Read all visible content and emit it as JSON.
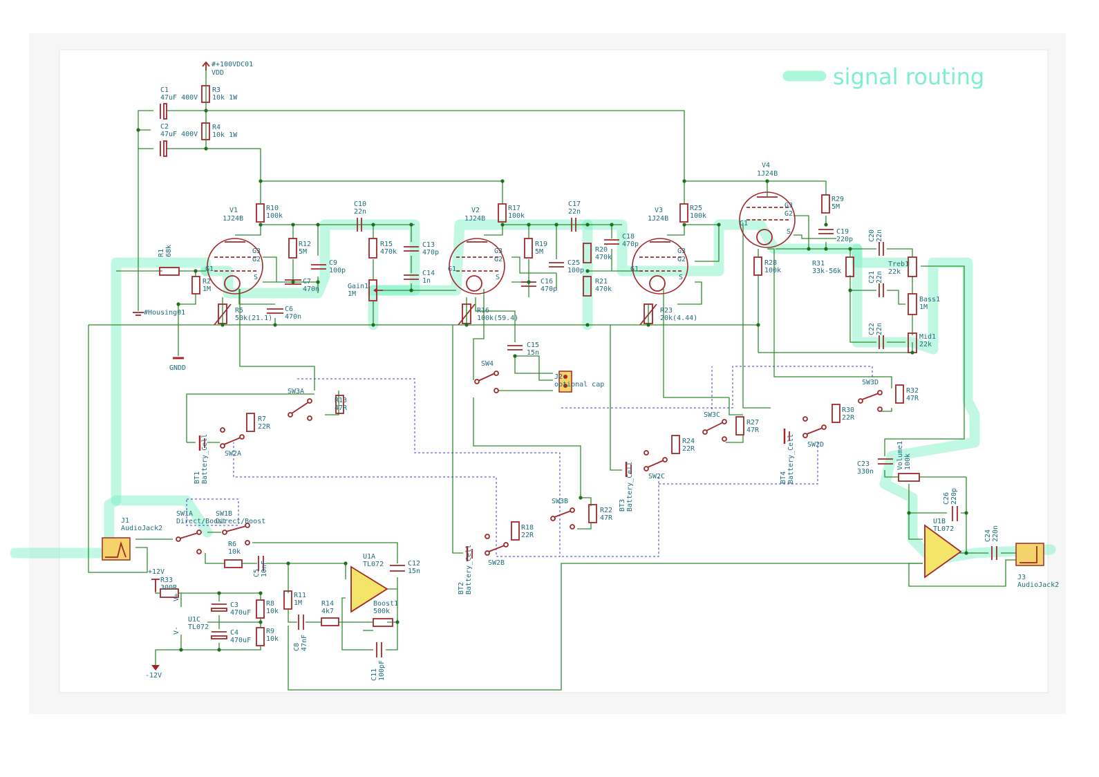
{
  "legend": {
    "text": "signal routing",
    "color": "#7ef0c8"
  },
  "colors": {
    "wire": "#2f8a2f",
    "component": "#a02828",
    "label": "#1d6a7a",
    "highlight": "#74f0c0",
    "dashed": "#3b3bbf"
  },
  "power": {
    "vdd_name": "#+100VDC01",
    "vdd": "VDD",
    "housing": "#Housing01",
    "gnd": "GNDD",
    "plus12": "+12V",
    "minus12": "-12V"
  },
  "tubes": [
    {
      "ref": "V1",
      "val": "1J24B"
    },
    {
      "ref": "V2",
      "val": "1J24B"
    },
    {
      "ref": "V3",
      "val": "1J24B"
    },
    {
      "ref": "V4",
      "val": "1J24B"
    }
  ],
  "labels": {
    "C1": [
      "C1",
      "47uF 400V"
    ],
    "C2": [
      "C2",
      "47uF 400V"
    ],
    "R3": [
      "R3",
      "10k 1W"
    ],
    "R4": [
      "R4",
      "10k 1W"
    ],
    "R10": [
      "R10",
      "100k"
    ],
    "R17": [
      "R17",
      "100k"
    ],
    "R25": [
      "R25",
      "100k"
    ],
    "C10": [
      "C10",
      "22n"
    ],
    "C17": [
      "C17",
      "22n"
    ],
    "R12": [
      "R12",
      "5M"
    ],
    "R19": [
      "R19",
      "5M"
    ],
    "R29": [
      "R29",
      "5M"
    ],
    "C9": [
      "C9",
      "100p"
    ],
    "C7": [
      "C7",
      "470n"
    ],
    "C6": [
      "C6",
      "470n"
    ],
    "R15": [
      "R15",
      "470k"
    ],
    "C13": [
      "C13",
      "470p"
    ],
    "C14": [
      "C14",
      "1n"
    ],
    "Gain1": [
      "Gain1",
      "1M"
    ],
    "R1": [
      "R1",
      "68k"
    ],
    "R2": [
      "R2",
      "1M"
    ],
    "R5": [
      "R5",
      "50k(21.1)"
    ],
    "C25": [
      "C25",
      "100p"
    ],
    "C16": [
      "C16",
      "470p"
    ],
    "R16": [
      "R16",
      "100k(59.4)"
    ],
    "C15": [
      "C15",
      "15n"
    ],
    "SW4": [
      "SW4",
      ""
    ],
    "J2": [
      "J2",
      "optional cap"
    ],
    "R20": [
      "R20",
      "470k"
    ],
    "R21": [
      "R21",
      "470k"
    ],
    "C18": [
      "C18",
      "470p"
    ],
    "R23": [
      "R23",
      "20k(4.44)"
    ],
    "C19": [
      "C19",
      "220p"
    ],
    "R28": [
      "R28",
      "100k"
    ],
    "C20": [
      "C20",
      "22n"
    ],
    "C21": [
      "C21",
      "22n"
    ],
    "C22": [
      "C22",
      "22n"
    ],
    "R31": [
      "R31",
      "33k-56k"
    ],
    "Treb1": [
      "Treb1",
      "22k"
    ],
    "Bass1": [
      "Bass1",
      "1M"
    ],
    "Mid1": [
      "Mid1",
      "22k"
    ],
    "SW3A": [
      "SW3A",
      ""
    ],
    "R13": [
      "R13",
      "47R"
    ],
    "R7": [
      "R7",
      "22R"
    ],
    "SW2A": [
      "SW2A",
      ""
    ],
    "BT1": [
      "BT1",
      "Battery_Cell"
    ],
    "SW3C": [
      "SW3C",
      ""
    ],
    "R27": [
      "R27",
      "47R"
    ],
    "R24": [
      "R24",
      "22R"
    ],
    "SW2C": [
      "SW2C",
      ""
    ],
    "BT3": [
      "BT3",
      "Battery_Cell"
    ],
    "SW3D": [
      "SW3D",
      ""
    ],
    "R32": [
      "R32",
      "47R"
    ],
    "R30": [
      "R30",
      "22R"
    ],
    "SW2D": [
      "SW2D",
      ""
    ],
    "BT4": [
      "BT4",
      "Battery_Cell"
    ],
    "SW3B": [
      "SW3B",
      ""
    ],
    "R22": [
      "R22",
      "47R"
    ],
    "R18": [
      "R18",
      "22R"
    ],
    "SW2B": [
      "SW2B",
      ""
    ],
    "BT2": [
      "BT2",
      "Battery_Cell"
    ],
    "J1": [
      "J1",
      "AudioJack2"
    ],
    "J3": [
      "J3",
      "AudioJack2"
    ],
    "SW1A": [
      "SW1A",
      "Direct/Boost"
    ],
    "SW1B": [
      "SW1B",
      "Direct/Boost"
    ],
    "R6": [
      "R6",
      "10k"
    ],
    "C5": [
      "C5",
      "10nF"
    ],
    "C12": [
      "C12",
      "15n"
    ],
    "U1A": [
      "U1A",
      "TL072"
    ],
    "U1B": [
      "U1B",
      "TL072"
    ],
    "U1C": [
      "U1C",
      "TL072"
    ],
    "R11": [
      "R11",
      "1M"
    ],
    "C8": [
      "C8",
      "47nF"
    ],
    "R14": [
      "R14",
      "4k7"
    ],
    "Boost1": [
      "Boost1",
      "500k"
    ],
    "C11": [
      "C11",
      "100pF"
    ],
    "R33": [
      "R33",
      "300R"
    ],
    "C3": [
      "C3",
      "470uF"
    ],
    "C4": [
      "C4",
      "470uF"
    ],
    "R8": [
      "R8",
      "10k"
    ],
    "R9": [
      "R9",
      "10k"
    ],
    "C23": [
      "C23",
      "330n"
    ],
    "Volume1": [
      "Volume1",
      "100k"
    ],
    "C26": [
      "C26",
      "220p"
    ],
    "C24": [
      "C24",
      "220n"
    ]
  },
  "pins": {
    "G1": "G1",
    "G2": "G2",
    "G3": "G3",
    "S": "S",
    "V+": "V+",
    "V-": "V-"
  }
}
